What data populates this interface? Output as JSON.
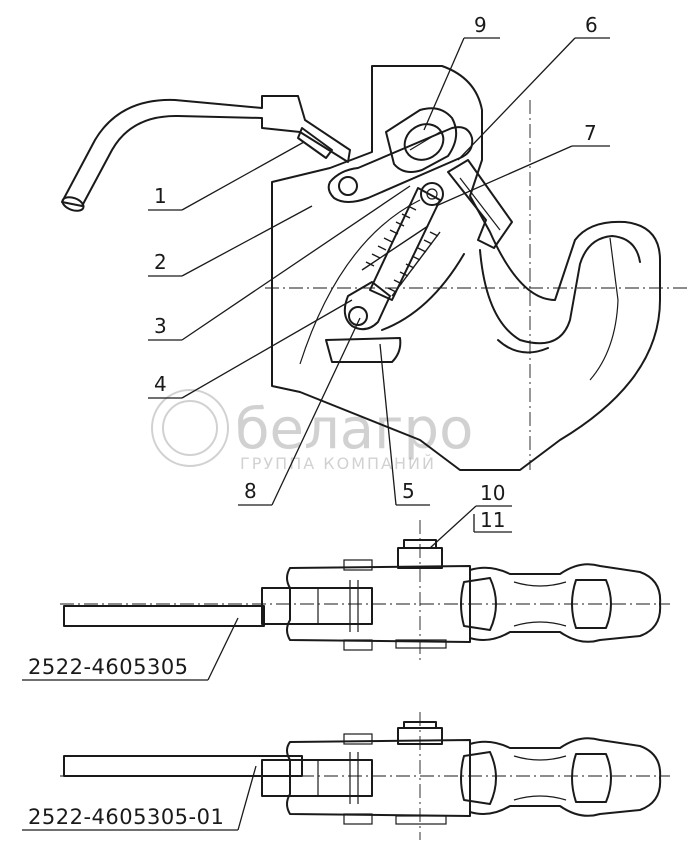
{
  "callouts": {
    "c1": "1",
    "c2": "2",
    "c3": "3",
    "c4": "4",
    "c5": "5",
    "c6": "6",
    "c7": "7",
    "c8": "8",
    "c9": "9",
    "c10": "10",
    "c11": "11"
  },
  "part_numbers": {
    "top_view": "2522-4605305",
    "bottom_view": "2522-4605305-01"
  },
  "watermark": {
    "brand": "белагро",
    "tagline": "ГРУППА КОМПАНИЙ"
  }
}
